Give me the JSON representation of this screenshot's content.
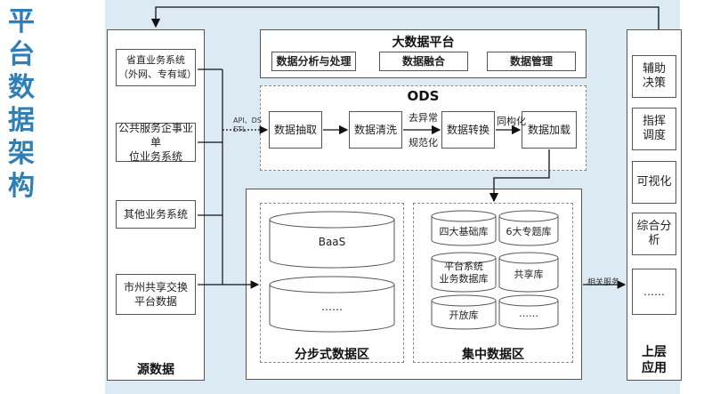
{
  "page_title": "平台数据架构",
  "top": {
    "title": "大数据平台",
    "items": [
      "数据分析与处理",
      "数据融合",
      "数据管理"
    ]
  },
  "ods": {
    "title": "ODS",
    "steps": [
      "数据抽取",
      "数据清洗",
      "数据转换",
      "数据加载"
    ],
    "arrow_labels": {
      "dedupe": "去异常",
      "normalize": "规范化",
      "homogenize": "同构化"
    },
    "input_labels": {
      "api": "API、DS",
      "etl": "ETL"
    }
  },
  "sources": {
    "title": "源数据",
    "items": [
      "省直业务系统\n（外网、专有域）",
      "公共服务企事业单\n位业务系统",
      "其他业务系统",
      "市州共享交换\n平台数据"
    ]
  },
  "distributed": {
    "title": "分步式数据区",
    "items": [
      "BaaS",
      "……"
    ]
  },
  "central": {
    "title": "集中数据区",
    "items": [
      "四大基础库",
      "6大专题库",
      "平台系统\n业务数据库",
      "共享库",
      "开放库",
      "……"
    ]
  },
  "service_label": "相关服务",
  "upper": {
    "title": "上层\n应用",
    "items": [
      "辅助\n决策",
      "指挥\n调度",
      "可视化",
      "综合分\n析",
      "……"
    ]
  }
}
